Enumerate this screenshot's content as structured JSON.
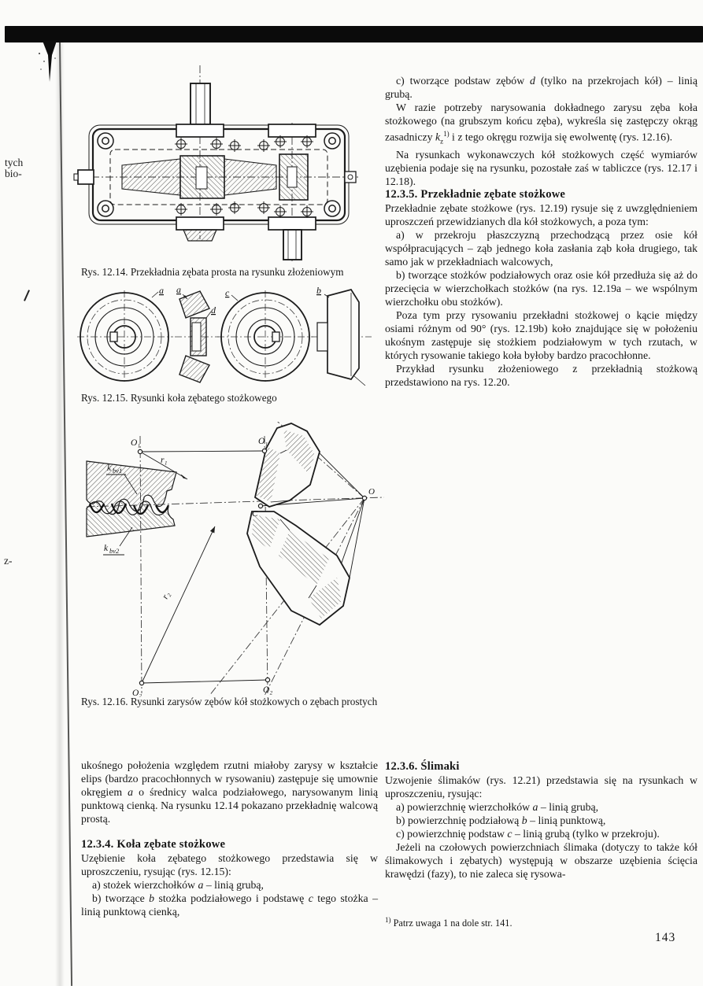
{
  "page": {
    "number": "143"
  },
  "margin": {
    "n1": "tych",
    "n2": "bio-",
    "n3": "z-"
  },
  "left": {
    "cap14": "Rys. 12.14. Przekładnia zębata prosta na rysunku złożeniowym",
    "cap15": "Rys. 12.15. Rysunki koła zębatego stożkowego",
    "cap16": "Rys. 12.16. Rysunki zarysów zębów kół stożkowych o zębach prostych",
    "p1a": "ukośnego położenia względem rzutni miałoby zarysy w kształcie elips (bardzo pracochłonnych w rysowaniu) zastępuje się umownie okręgiem ",
    "p1i": "a",
    "p1b": " o średnicy walca podziałowego, narysowanym linią punktową cienką. Na rysunku 12.14 pokazano przekładnię walcową prostą.",
    "h1": "12.3.4. Koła zębate stożkowe",
    "p2": "Uzębienie koła zębatego stożkowego przedstawia się w uproszczeniu, rysując (rys. 12.15):",
    "ia1": "a) stożek wierzchołków ",
    "ia2": "a",
    "ia3": " – linią grubą,",
    "ib1": "b) tworzące ",
    "ib2": "b",
    "ib3": " stożka podziałowego i podstawę ",
    "ib4": "c",
    "ib5": " tego stożka – linią punktową cienką,"
  },
  "right": {
    "p1a": "c) tworzące podstaw zębów ",
    "p1i": "d",
    "p1b": " (tylko na przekrojach kół) – linią grubą.",
    "p2a": "W razie potrzeby narysowania dokładnego zarysu zęba koła stożkowego (na grubszym końcu zęba), wykreśla się zastępczy okrąg zasadniczy ",
    "p2i": "k",
    "p2sub": "z",
    "p2sup": "1)",
    "p2b": " i z tego okręgu rozwija się ewolwentę (rys. 12.16).",
    "p3": "Na rysunkach wykonawczych kół stożkowych część wymiarów uzębienia podaje się na rysunku, pozostałe zaś w tabliczce (rys. 12.17 i 12.18).",
    "h1": "12.3.5. Przekładnie zębate stożkowe",
    "p4": "Przekładnie zębate stożkowe (rys. 12.19) rysuje się z uwzględnieniem uproszczeń przewidzianych dla kół stożkowych, a poza tym:",
    "p5": "a) w przekroju płaszczyzną przechodzącą przez osie kół współpracujących – ząb jednego koła zasłania ząb koła drugiego, tak samo jak w przekładniach walcowych,",
    "p6": "b) tworzące stożków podziałowych oraz osie kół przedłuża się aż do przecięcia w wierzchołkach stożków (na rys. 12.19a – we wspólnym wierzchołku obu stożków).",
    "p7": "Poza tym przy rysowaniu przekładni stożkowej o kącie między osiami różnym od 90° (rys. 12.19b) koło znajdujące się w położeniu ukośnym zastępuje się stożkiem podziałowym w tych rzutach, w których rysowanie takiego koła byłoby bardzo pracochłonne.",
    "p8": "Przykład rysunku złożeniowego z przekładnią stożkową przedstawiono na rys. 12.20.",
    "h2": "12.3.6. Ślimaki",
    "p9": "Uzwojenie ślimaków (rys. 12.21) przedstawia się na rysunkach w uproszczeniu, rysując:",
    "ia1": "a) powierzchnię wierzchołków ",
    "ia2": "a",
    "ia3": " – linią grubą,",
    "ib1": "b) powierzchnię podziałową ",
    "ib2": "b",
    "ib3": " – linią punktową,",
    "ic1": "c) powierzchnię podstaw ",
    "ic2": "c",
    "ic3": " – linią grubą (tylko w przekroju).",
    "p10": "Jeżeli na czołowych powierzchniach ślimaka (dotyczy to także kół ślimakowych i zębatych) występują w obszarze uzębienia ścięcia krawędzi (fazy), to nie zaleca się rysowa-",
    "fn_sup": "1)",
    "fn_text": " Patrz uwaga 1 na dole str. 141."
  },
  "fig15": {
    "a": "a",
    "d": "d",
    "c": "c",
    "b": "b"
  },
  "fig16": {
    "o1": "O₁",
    "o2": "O₂",
    "c": "C",
    "o": "O",
    "r1": "r₁",
    "r2": "r₂",
    "k": "k",
    "bv1": "bv1",
    "bv2": "bv2"
  }
}
